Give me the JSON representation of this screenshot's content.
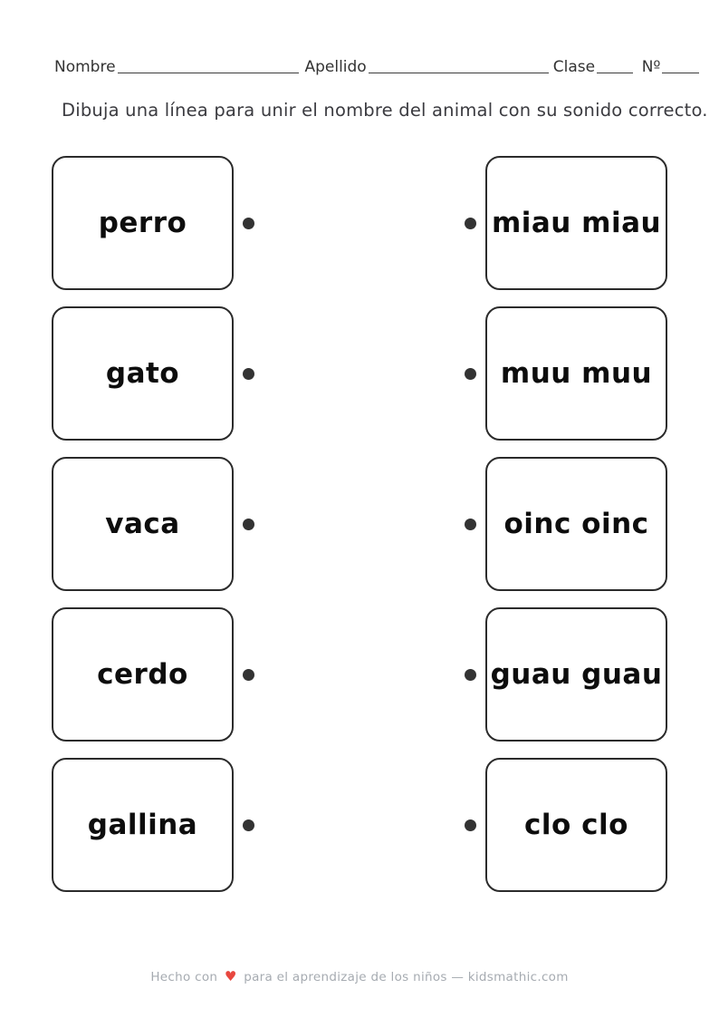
{
  "header": {
    "nombre_label": "Nombre",
    "apellido_label": "Apellido",
    "clase_label": "Clase",
    "numero_label": "Nº"
  },
  "instruction": "Dibuja una línea para unir el nombre del animal con su sonido correcto.",
  "pairs": [
    {
      "left": "perro",
      "right": "miau miau"
    },
    {
      "left": "gato",
      "right": "muu muu"
    },
    {
      "left": "vaca",
      "right": "oinc oinc"
    },
    {
      "left": "cerdo",
      "right": "guau guau"
    },
    {
      "left": "gallina",
      "right": "clo clo"
    }
  ],
  "footer": {
    "prefix": "Hecho con",
    "heart_icon": "♥",
    "suffix": "para el aprendizaje de los niños — kidsmathic.com"
  },
  "colors": {
    "card_border": "#2b2b2b",
    "dot": "#333333",
    "word_text": "#0d0d0d",
    "header_text": "#333333",
    "instruction_text": "#3b3b40",
    "footer_text": "#a6abb1",
    "heart": "#e8473f"
  }
}
